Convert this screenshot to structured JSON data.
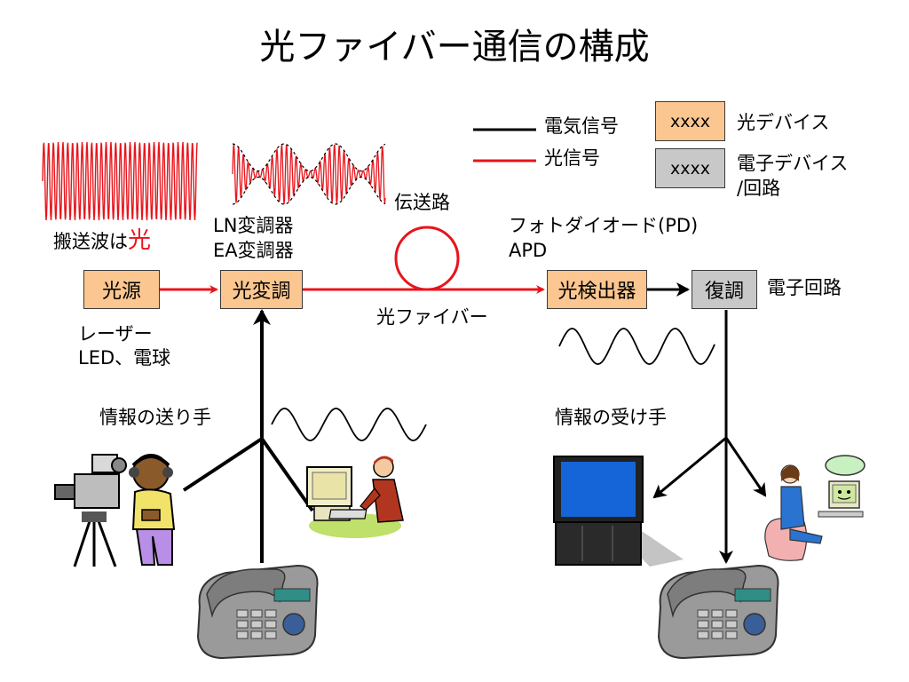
{
  "title": "光ファイバー通信の構成",
  "legend": {
    "electric_signal": "電気信号",
    "optical_signal": "光信号",
    "optical_device_sample": "xxxx",
    "optical_device_label": "光デバイス",
    "electronic_device_sample": "xxxx",
    "electronic_device_label_1": "電子デバイス",
    "electronic_device_label_2": "/回路"
  },
  "blocks": {
    "light_source": "光源",
    "modulator": "光変調",
    "detector": "光検出器",
    "demodulator": "復調"
  },
  "labels": {
    "carrier_prefix": "搬送波は",
    "carrier_highlight": "光",
    "modulator_types_1": "LN変調器",
    "modulator_types_2": "EA変調器",
    "transmission_path": "伝送路",
    "photodiode_1": "フォトダイオード(PD)",
    "photodiode_2": "APD",
    "electronic_circuit": "電子回路",
    "optical_fiber": "光ファイバー",
    "source_types_1": "レーザー",
    "source_types_2": "LED、電球",
    "sender": "情報の送り手",
    "receiver": "情報の受け手"
  },
  "colors": {
    "optical_device_fill": "#fbc690",
    "electronic_device_fill": "#c8c8c8",
    "optical_signal_line": "#e8141b",
    "electric_signal_line": "#000000",
    "carrier_highlight_text": "#e8141b"
  },
  "icons": [
    "video-camera-operator-clipart",
    "computer-user-man-clipart",
    "telephone-clipart",
    "television-clipart",
    "computer-user-woman-clipart"
  ]
}
